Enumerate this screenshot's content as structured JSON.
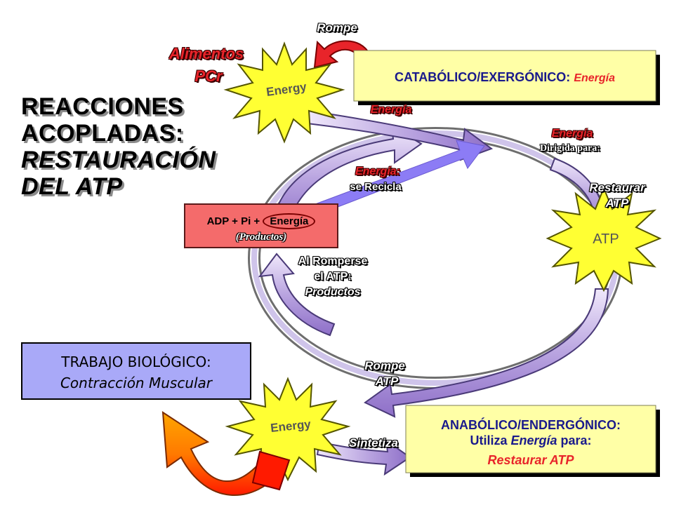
{
  "title": {
    "line1": "REACCIONES",
    "line2": "ACOPLADAS:",
    "line3": "RESTAURACIÓN",
    "line4": "DEL ATP"
  },
  "labels": {
    "rompe_top": "Rompe",
    "alimentos": "Alimentos",
    "pcr": "PCr",
    "energia_arrow": "Energía",
    "energia_dirigida": "Energía",
    "dirigida_para": "Dirigida para:",
    "energia_recicla": "Energía:",
    "se_recicla": "se Recicla",
    "restaurar": "Restaurar",
    "atp_restaurar": "ATP",
    "al_romperse": "Al Romperse",
    "el_atp": "el ATP:",
    "productos": "Productos",
    "rompe_bottom": "Rompe",
    "atp_rompe": "ATP",
    "sintetiza": "Sintetiza"
  },
  "catabolic_box": {
    "prefix": "CATABÓLICO/EXERGÓNICO:",
    "energy": "Energía"
  },
  "anabolic_box": {
    "line1": "ANABÓLICO/ENDERGÓNICO:",
    "line2_pre": "Utiliza",
    "line2_energy": "Energía",
    "line2_post": "para:",
    "line3": "Restaurar ATP"
  },
  "adp_box": {
    "line1_pre": "ADP + Pi +",
    "line1_energy": "Energía",
    "line2": "(Productos)"
  },
  "work_box": {
    "line1": "TRABAJO BIOLÓGICO:",
    "line2": "Contracción Muscular"
  },
  "stars": {
    "top": "Energy",
    "right": "ATP",
    "bottom": "Energy"
  },
  "colors": {
    "yellow_star": "#ffff33",
    "red": "#e8242a",
    "purple_arrow": "#a98ed6",
    "light_purple": "#d8c8f0",
    "blue_arrow": "#8c7cf5",
    "adp_box": "#f46b6b",
    "work_box": "#a9a9f8",
    "yellow_box": "#ffffa6",
    "orange": "#ff9a00"
  }
}
